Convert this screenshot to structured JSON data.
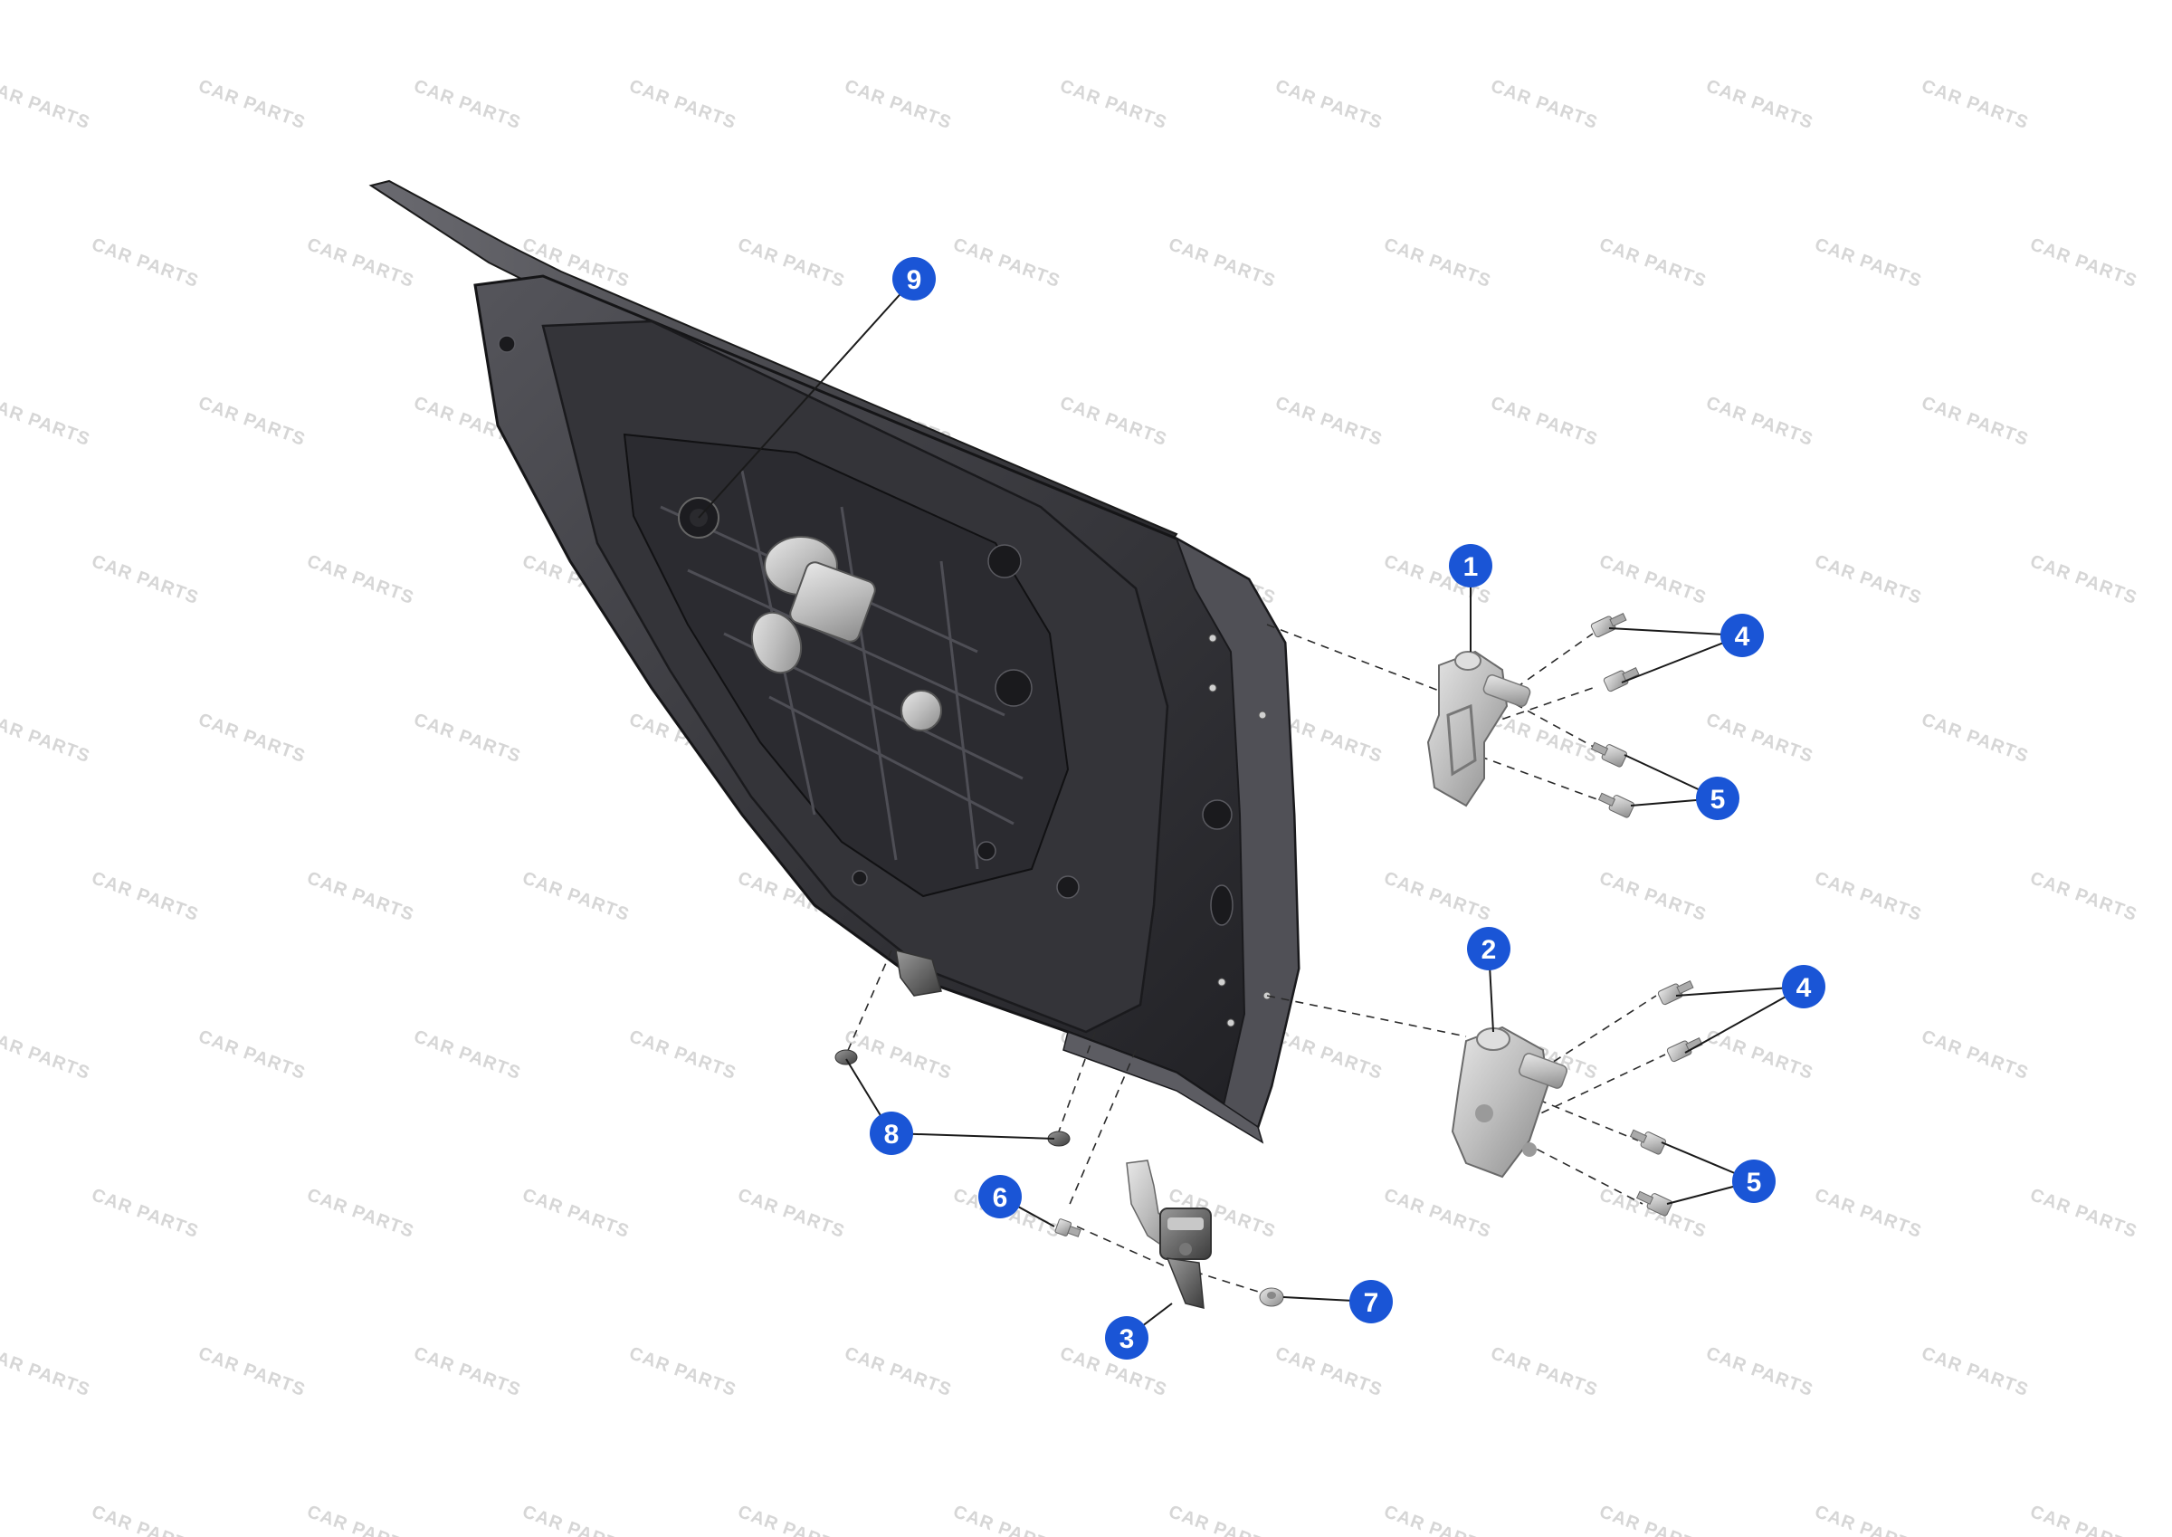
{
  "watermark": {
    "text": "CAR PARTS"
  },
  "colors": {
    "callout": "#1a55d6",
    "door_dark": "#2e2e32",
    "door_mid": "#4a4a50",
    "metal": "#c9c9c9"
  },
  "callouts": [
    {
      "id": "9",
      "part": "door-shell"
    },
    {
      "id": "1",
      "part": "upper-hinge"
    },
    {
      "id": "4",
      "part": "upper-hinge-bolts"
    },
    {
      "id": "5",
      "part": "upper-hinge-door-bolts"
    },
    {
      "id": "2",
      "part": "lower-hinge"
    },
    {
      "id": "4",
      "part": "lower-hinge-bolts"
    },
    {
      "id": "5",
      "part": "lower-hinge-door-bolts"
    },
    {
      "id": "8",
      "part": "plugs"
    },
    {
      "id": "6",
      "part": "check-strap-bolt"
    },
    {
      "id": "3",
      "part": "door-check-strap"
    },
    {
      "id": "7",
      "part": "check-strap-nut"
    }
  ]
}
